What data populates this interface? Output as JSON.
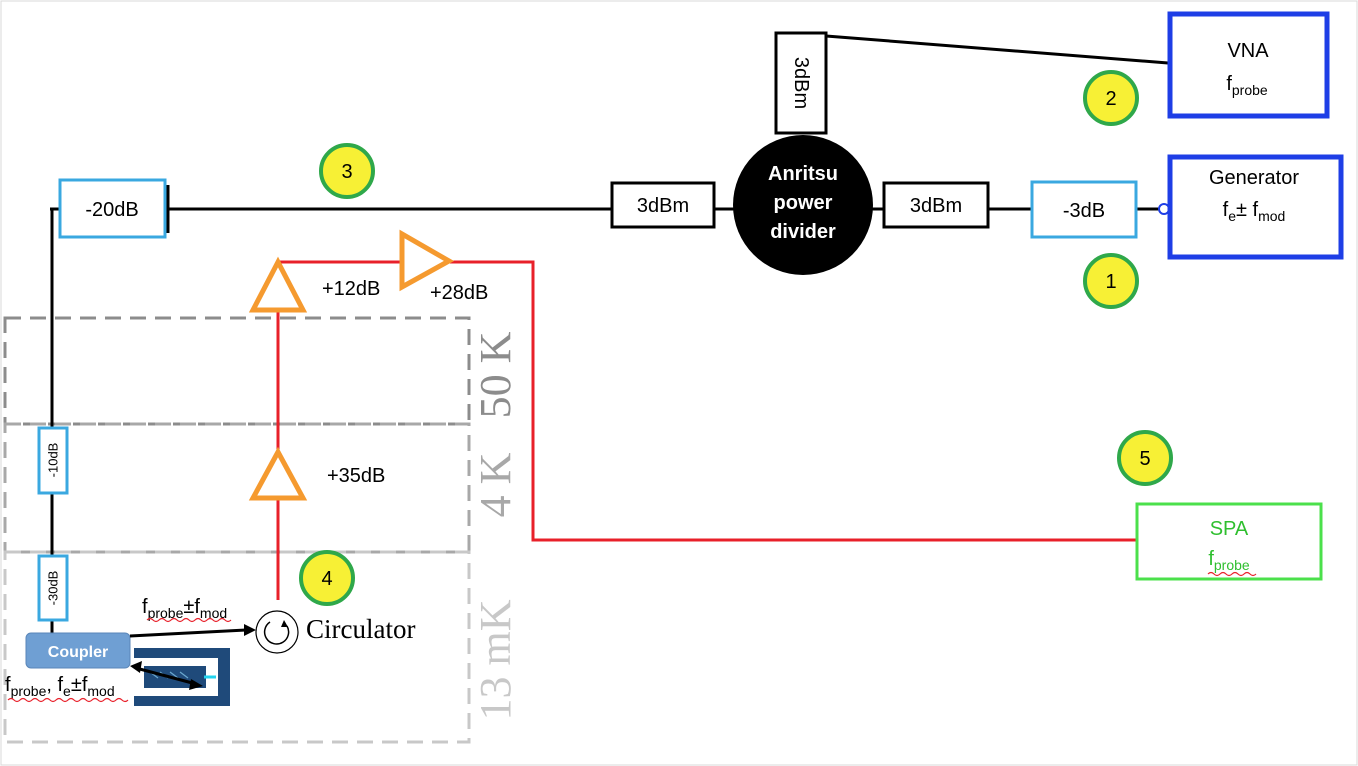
{
  "instruments": {
    "vna": {
      "title": "VNA",
      "freq_main": "f",
      "freq_sub": "probe"
    },
    "generator": {
      "title": "Generator",
      "freq_main": "f",
      "freq_sub1": "e",
      "freq_mid": "± f",
      "freq_sub2": "mod"
    },
    "spa": {
      "title": "SPA",
      "freq_main": "f",
      "freq_sub": "probe"
    }
  },
  "power_divider": {
    "line1": "Anritsu",
    "line2": "power",
    "line3": "divider"
  },
  "boxes": {
    "top_3dbm": "3dBm",
    "left_3dbm": "3dBm",
    "right_3dbm": "3dBm",
    "att_3db": "-3dB",
    "att_20db": "-20dB",
    "att_10db": "-10dB",
    "att_30db": "-30dB"
  },
  "amplifiers": {
    "amp_12": "+12dB",
    "amp_28": "+28dB",
    "amp_35": "+35dB"
  },
  "markers": [
    "1",
    "2",
    "3",
    "4",
    "5"
  ],
  "stages": {
    "stage_50k": "50 K",
    "stage_4k": "4 K",
    "stage_13mk": "13 mK"
  },
  "components": {
    "circulator": "Circulator",
    "coupler": "Coupler"
  },
  "signals": {
    "coupler_out": {
      "a": "f",
      "a_sub": "probe",
      "b": "±f",
      "b_sub": "mod"
    },
    "device_in": {
      "a": "f",
      "a_sub": "probe",
      "b": ", f",
      "b_sub": "e",
      "c": "±f",
      "c_sub": "mod"
    }
  },
  "colors": {
    "instrument_blue": "#1e3ee6",
    "spa_green": "#4be04b",
    "attenuator_blue": "#3aa8e0",
    "amplifier_orange": "#f59a2f",
    "signal_red": "#e8202a",
    "marker_yellow": "#f7f035",
    "marker_ring": "#2fa84a",
    "coupler_blue": "#6f9fd3",
    "device_navy": "#1f4a7a"
  }
}
